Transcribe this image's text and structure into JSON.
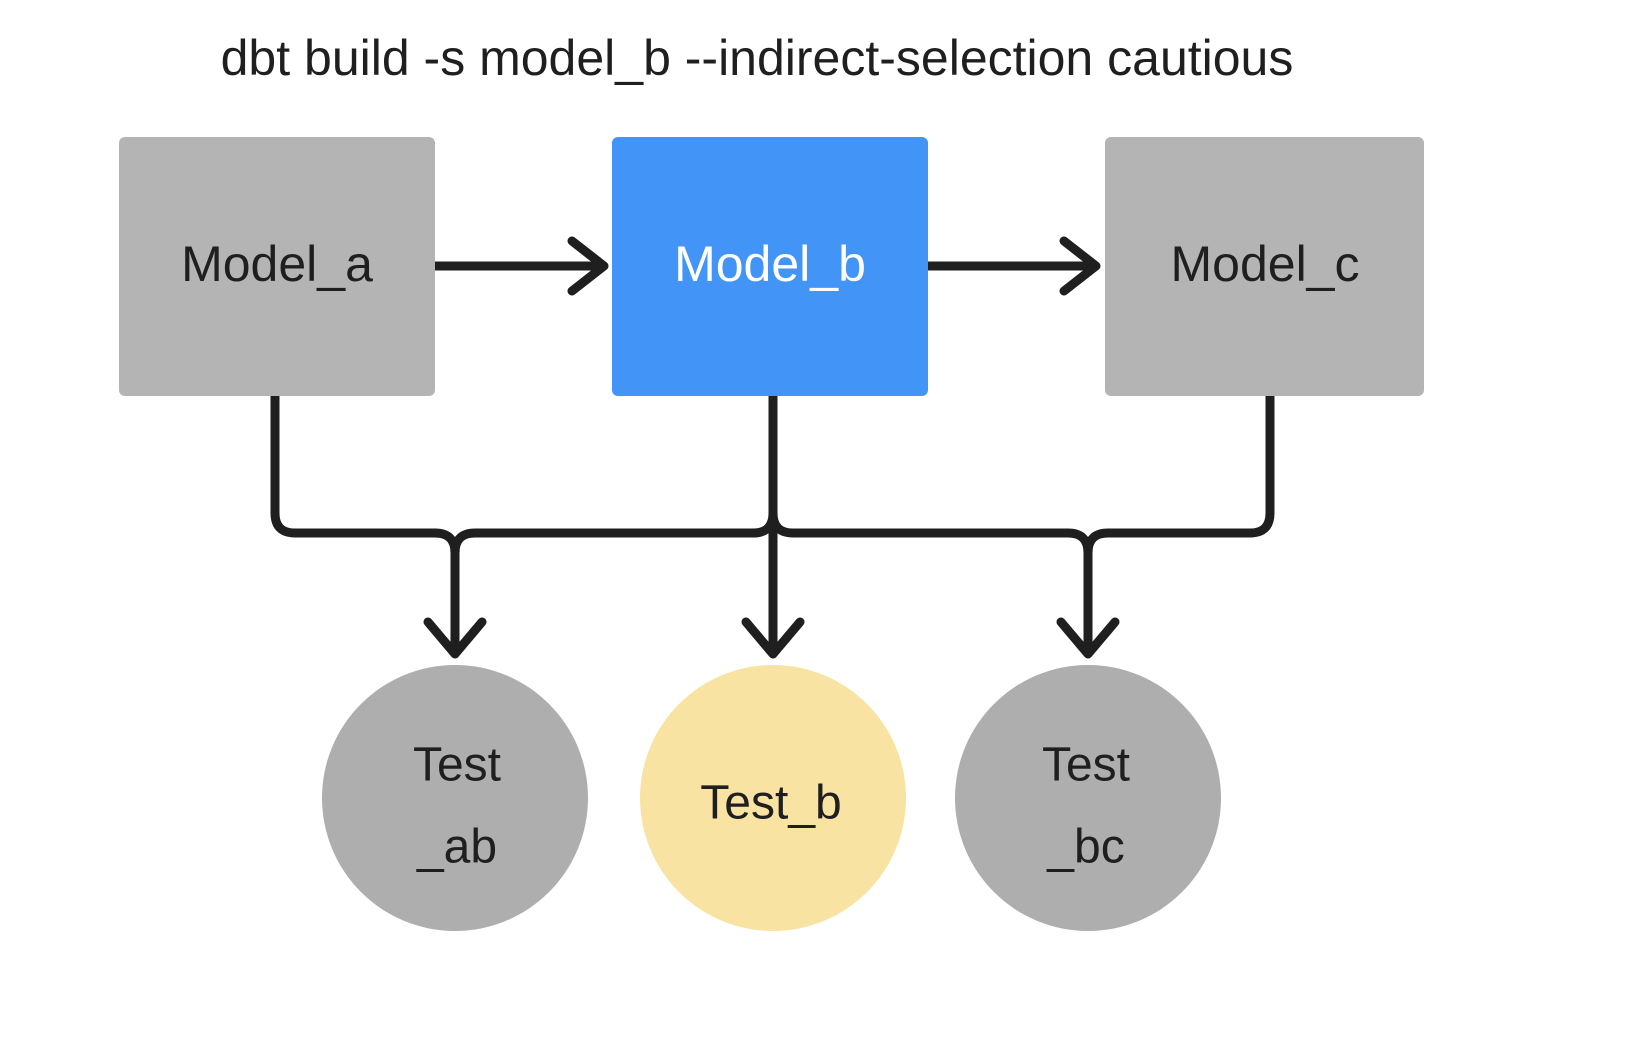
{
  "title": "dbt build -s model_b --indirect-selection cautious",
  "colors": {
    "background": "#ffffff",
    "node_gray": "#b4b4b4",
    "node_gray_circle": "#aeaeae",
    "node_blue": "#4394f7",
    "node_yellow": "#f8e3a3",
    "edge": "#1f1f1f",
    "text_dark": "#1f1f1f",
    "text_light": "#ffffff"
  },
  "models": [
    {
      "id": "model_a",
      "label": "Model_a",
      "shape": "rect",
      "fill": "#b4b4b4",
      "text_color": "#1f1f1f",
      "selected": false
    },
    {
      "id": "model_b",
      "label": "Model_b",
      "shape": "rect",
      "fill": "#4394f7",
      "text_color": "#ffffff",
      "selected": true
    },
    {
      "id": "model_c",
      "label": "Model_c",
      "shape": "rect",
      "fill": "#b4b4b4",
      "text_color": "#1f1f1f",
      "selected": false
    }
  ],
  "tests": [
    {
      "id": "test_ab",
      "label_line1": "Test",
      "label_line2": "_ab",
      "shape": "circle",
      "fill": "#aeaeae",
      "text_color": "#1f1f1f",
      "selected": false
    },
    {
      "id": "test_b",
      "label_line1": "Test_b",
      "label_line2": "",
      "shape": "circle",
      "fill": "#f8e3a3",
      "text_color": "#1f1f1f",
      "selected": true
    },
    {
      "id": "test_bc",
      "label_line1": "Test",
      "label_line2": "_bc",
      "shape": "circle",
      "fill": "#aeaeae",
      "text_color": "#1f1f1f",
      "selected": false
    }
  ],
  "edges": [
    {
      "id": "edge-model-a-to-model-b",
      "from": "model_a",
      "to": "model_b"
    },
    {
      "id": "edge-model-b-to-model-c",
      "from": "model_b",
      "to": "model_c"
    },
    {
      "id": "edge-model-a-to-test-ab",
      "from": "model_a",
      "to": "test_ab"
    },
    {
      "id": "edge-model-b-to-test-ab",
      "from": "model_b",
      "to": "test_ab"
    },
    {
      "id": "edge-model-b-to-test-b",
      "from": "model_b",
      "to": "test_b"
    },
    {
      "id": "edge-model-b-to-test-bc",
      "from": "model_b",
      "to": "test_bc"
    },
    {
      "id": "edge-model-c-to-test-bc",
      "from": "model_c",
      "to": "test_bc"
    }
  ]
}
